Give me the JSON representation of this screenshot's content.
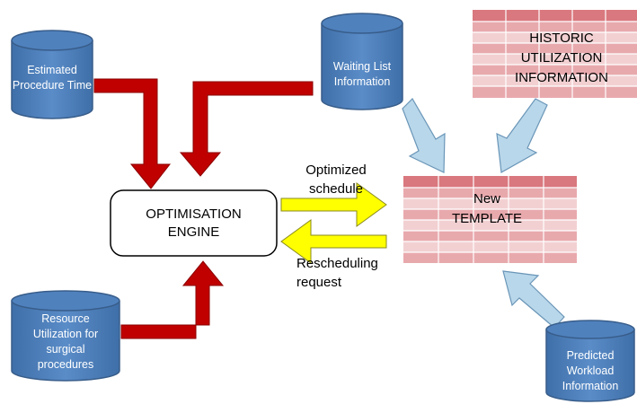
{
  "colors": {
    "cylinder_fill": "#4f81bd",
    "cylinder_stroke": "#385d8a",
    "red_arrow": "#c00000",
    "yellow_arrow": "#ffff00",
    "blue_arrow": "#b9d7ea",
    "table_header": "#d9787e",
    "table_dark_row": "#e8a9ad",
    "table_light_row": "#f2d0d2"
  },
  "inputs": {
    "estimated_procedure_time": "Estimated Procedure Time",
    "waiting_list_information": "Waiting List Information",
    "resource_utilization": "Resource Utilization for surgical procedures",
    "predicted_workload_information": "Predicted Workload Information"
  },
  "engine": {
    "label": "OPTIMISATION ENGINE"
  },
  "historic_table": {
    "label": "HISTORIC UTILIZATION INFORMATION"
  },
  "new_template": {
    "label": "New TEMPLATE"
  },
  "flows": {
    "optimized_schedule": "Optimized schedule",
    "rescheduling_request": "Rescheduling request"
  }
}
